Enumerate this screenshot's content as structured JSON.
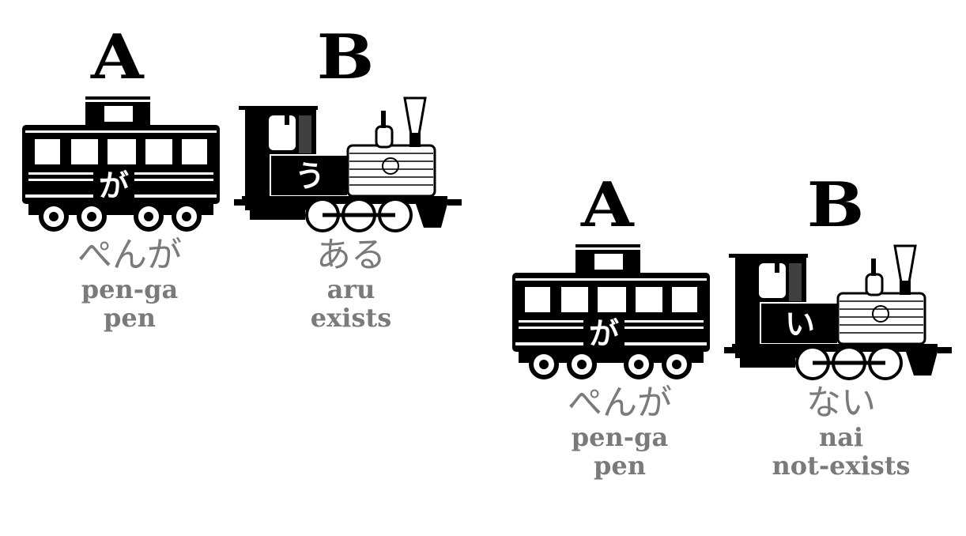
{
  "panels": [
    {
      "a_label": "A",
      "b_label": "B",
      "car_char": "が",
      "loco_char": "う",
      "a_kana": "ぺんが",
      "a_romaji": "pen-ga",
      "a_meaning": "pen",
      "b_kana": "ある",
      "b_romaji": "aru",
      "b_meaning": "exists"
    },
    {
      "a_label": "A",
      "b_label": "B",
      "car_char": "が",
      "loco_char": "い",
      "a_kana": "ぺんが",
      "a_romaji": "pen-ga",
      "a_meaning": "pen",
      "b_kana": "ない",
      "b_romaji": "nai",
      "b_meaning": "not-exists"
    }
  ]
}
